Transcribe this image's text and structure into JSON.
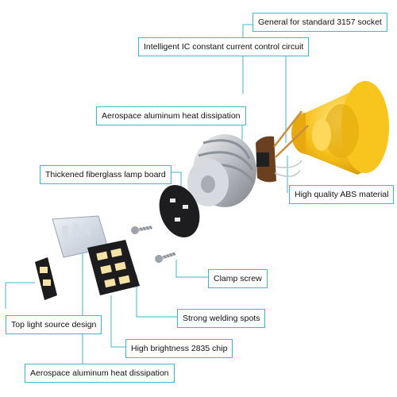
{
  "accent": "#3fb7cc",
  "callouts": {
    "socket": "General for standard 3157 socket",
    "ic_circuit": "Intelligent IC constant current control circuit",
    "heat_top": "Aerospace aluminum heat dissipation",
    "lamp_board": "Thickened fiberglass lamp board",
    "abs_material": "High quality ABS material",
    "clamp_screw": "Clamp screw",
    "top_light": "Top light source design",
    "welding": "Strong welding spots",
    "chip": "High brightness 2835 chip",
    "heat_bottom": "Aerospace aluminum heat dissipation"
  }
}
